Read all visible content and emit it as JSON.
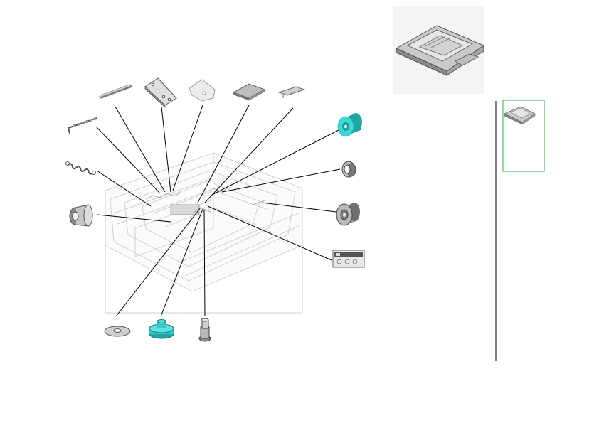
{
  "diagram": {
    "type": "exploded-parts-view",
    "colors": {
      "line": "#000000",
      "part_gray": "#c8c8c8",
      "part_dark": "#6e6e6e",
      "highlight_cyan": "#33cccc",
      "frame_green": "#22bb22",
      "ghost_outline": "#d6d6d6",
      "panel_bg": "#f6f6f6"
    },
    "parts": [
      {
        "id": "leaf-spring-strip",
        "icon": "bent-strip-icon"
      },
      {
        "id": "shaft",
        "icon": "rod-icon"
      },
      {
        "id": "flat-plate-holes",
        "icon": "plate-icon"
      },
      {
        "id": "guide-bracket",
        "icon": "bracket-icon"
      },
      {
        "id": "pad",
        "icon": "pad-icon"
      },
      {
        "id": "thin-bar",
        "icon": "bar-icon"
      },
      {
        "id": "tension-spring",
        "icon": "spring-icon"
      },
      {
        "id": "bushing",
        "icon": "bushing-icon"
      },
      {
        "id": "pickup-roller-cyan",
        "icon": "roller-icon",
        "highlight": true
      },
      {
        "id": "retainer-ring",
        "icon": "ring-icon"
      },
      {
        "id": "feed-roller",
        "icon": "roller-icon"
      },
      {
        "id": "label-sheet",
        "icon": "label-icon"
      },
      {
        "id": "washer",
        "icon": "washer-icon"
      },
      {
        "id": "gear-cyan",
        "icon": "gear-icon",
        "highlight": true
      },
      {
        "id": "shaft-pin",
        "icon": "pin-icon"
      }
    ]
  }
}
